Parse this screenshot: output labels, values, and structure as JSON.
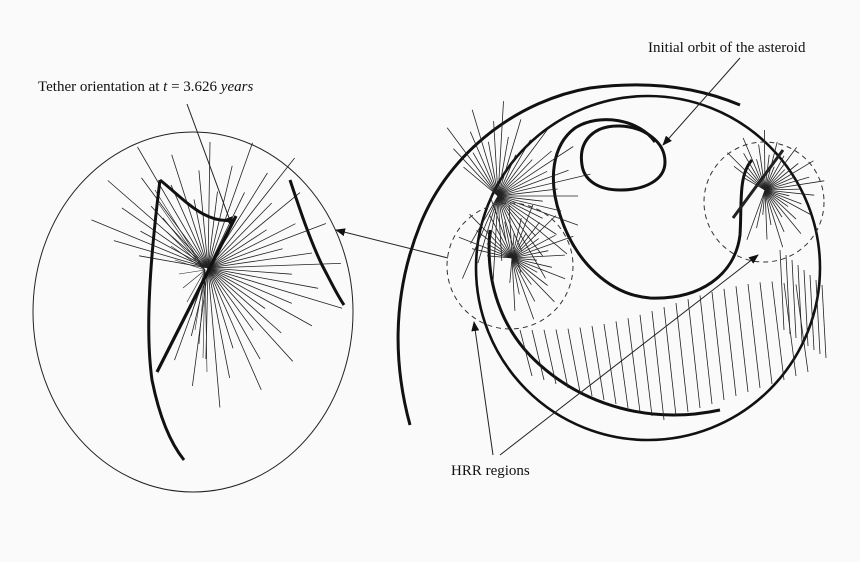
{
  "labels": {
    "tether_prefix": "Tether orientation at",
    "tether_var": "t",
    "tether_eq": " = 3.626 ",
    "tether_unit": "years",
    "orbit": "Initial orbit of the asteroid",
    "hrr": "HRR regions"
  },
  "colors": {
    "ink": "#111111",
    "background": "#fafafa"
  }
}
